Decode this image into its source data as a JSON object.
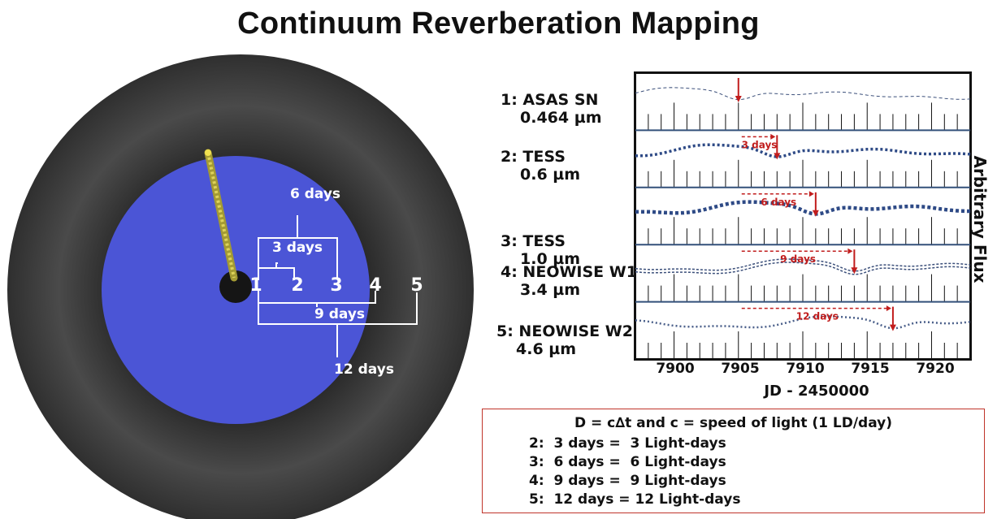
{
  "title": "Continuum Reverberation Mapping",
  "torus_diagram": {
    "ring_markers": [
      "1",
      "2",
      "3",
      "4",
      "5"
    ],
    "brackets": [
      "3 days",
      "6 days",
      "9 days",
      "12 days"
    ],
    "colors": {
      "torus": "#3f3f3f",
      "disk": "#4b55d6",
      "jet": "#c9bd45"
    }
  },
  "panels": [
    {
      "label": "1: ASAS SN",
      "wavelength": "0.464 µm",
      "lag_label": "",
      "lag_days": 0,
      "peak_x": 7905
    },
    {
      "label": "2: TESS",
      "wavelength": "0.6 µm",
      "lag_label": "3 days",
      "lag_days": 3,
      "peak_x": 7908
    },
    {
      "label": "3: TESS",
      "wavelength": "1.0 µm",
      "lag_label": "6 days",
      "lag_days": 6,
      "peak_x": 7911
    },
    {
      "label": "4: NEOWISE W1",
      "wavelength": "3.4 µm",
      "lag_label": "9 days",
      "lag_days": 9,
      "peak_x": 7914
    },
    {
      "label": "5: NEOWISE W2",
      "wavelength": "4.6 µm",
      "lag_label": "12 days",
      "lag_days": 12,
      "peak_x": 7917
    }
  ],
  "chart_data": {
    "type": "line",
    "xlabel": "JD - 2450000",
    "ylabel": "Arbitrary Flux",
    "xlim": [
      7897,
      7923
    ],
    "xticks": [
      7900,
      7905,
      7910,
      7915,
      7920
    ],
    "series": [
      {
        "name": "1: ASAS SN",
        "lag_days": 0
      },
      {
        "name": "2: TESS",
        "lag_days": 3
      },
      {
        "name": "3: TESS",
        "lag_days": 6
      },
      {
        "name": "4: NEOWISE W1",
        "lag_days": 9
      },
      {
        "name": "5: NEOWISE W2",
        "lag_days": 12
      }
    ]
  },
  "equations": {
    "header": "D = c∆t and c = speed of light (1 LD/day)",
    "lines": [
      "2:  3 days =  3 Light-days",
      "3:  6 days =  6 Light-days",
      "4:  9 days =  9 Light-days",
      "5:  12 days = 12 Light-days"
    ]
  }
}
